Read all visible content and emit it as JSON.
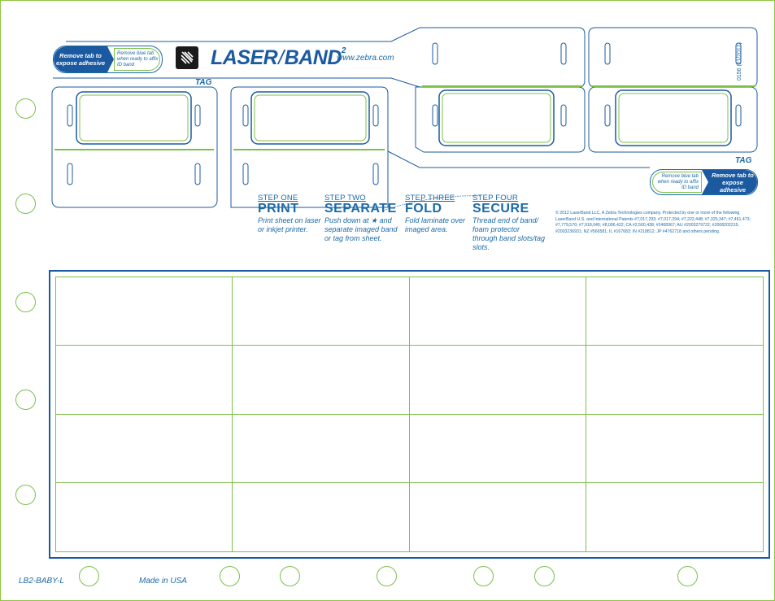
{
  "tab_left": {
    "dark_text": "Remove tab to expose adhesive",
    "light_text": "Remove blue tab when ready to affix ID band"
  },
  "tab_right": {
    "light_text": "Remove blue tab when ready to affix ID band",
    "dark_text": "Remove tab to expose adhesive"
  },
  "brand": {
    "logo_word": "LASER",
    "logo_word2": "BAND",
    "logo_sup": "2",
    "website": "www.zebra.com"
  },
  "tag_labels": [
    "TAG",
    "TAG"
  ],
  "form_code_vertical": "0156 (11/2012)",
  "steps": [
    {
      "label": "STEP ONE",
      "heading": "PRINT",
      "desc": "Print sheet on laser or inkjet printer."
    },
    {
      "label": "STEP TWO",
      "heading": "SEPARATE",
      "desc": "Push down at ★ and separate imaged band or tag from sheet."
    },
    {
      "label": "STEP THREE",
      "heading": "FOLD",
      "desc": "Fold laminate over imaged area."
    },
    {
      "label": "STEP FOUR",
      "heading": "SECURE",
      "desc": "Thread end of band/ foam protector through band slots/tag slots."
    }
  ],
  "copyright": "© 2012 LaserBand LLC, A Zebra Technologies company. Protected by one or more of the following LaserBand U.S. and International Patents #7,017,293; #7,017,294; #7,222,448; #7,325,347; #7,461,473; #7,779,570; #7,918,045; #8,006,422; CA #2,500,438; #2408367; AU #2003279722; #2008202215; #2003236931; NZ #566581; IL #167683; IN #218812; JP #4762718 and others pending.",
  "footer": {
    "product_code": "LB2-BABY-L",
    "made_in": "Made in USA"
  },
  "colors": {
    "brand_blue": "#1b5aa0",
    "accent_green": "#7cc04a"
  }
}
